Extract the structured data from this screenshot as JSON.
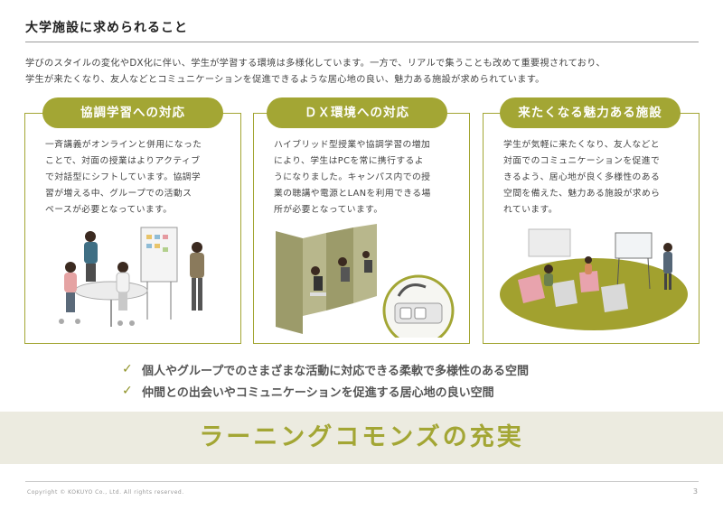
{
  "header": {
    "title": "大学施設に求められること"
  },
  "intro": {
    "line1": "学びのスタイルの変化やDX化に伴い、学生が学習する環境は多様化しています。一方で、リアルで集うことも改めて重要視されており、",
    "line2": "学生が来たくなり、友人などとコミュニケーションを促進できるような居心地の良い、魅力ある施設が求められています。"
  },
  "cards": [
    {
      "title": "協調学習への対応",
      "lines": [
        "一斉講義がオンラインと併用になった",
        "ことで、対面の授業はよりアクティブ",
        "で対話型にシフトしています。協調学",
        "習が増える中、グループでの活動ス",
        "ペースが必要となっています。"
      ],
      "illustration": "collaborative-learning-scene"
    },
    {
      "title": "ＤＸ環境への対応",
      "lines": [
        "ハイブリッド型授業や協調学習の増加",
        "により、学生はPCを常に携行するよ",
        "うになりました。キャンパス内での授",
        "業の聴講や電源とLANを利用できる場",
        "所が必要となっています。"
      ],
      "illustration": "study-booths-with-power-outlet"
    },
    {
      "title": "来たくなる魅力ある施設",
      "lines": [
        "学生が気軽に来たくなり、友人などと",
        "対面でのコミュニケーションを促進で",
        "きるよう、居心地が良く多様性のある",
        "空間を備えた、魅力ある施設が求めら",
        "れています。"
      ],
      "illustration": "outdoor-lawn-lounge"
    }
  ],
  "checks": [
    {
      "icon": "check-icon",
      "text": "個人やグループでのさまざまな活動に対応できる柔軟で多様性のある空間"
    },
    {
      "icon": "check-icon",
      "text": "仲間との出会いやコミュニケーションを促進する居心地の良い空間"
    }
  ],
  "banner": {
    "text": "ラーニングコモンズの充実"
  },
  "footer": {
    "copyright": "Copyright © KOKUYO Co., Ltd. All rights reserved.",
    "page": "3"
  },
  "colors": {
    "accent": "#a3a634",
    "banner_bg": "#ecebe0",
    "text": "#444444"
  }
}
